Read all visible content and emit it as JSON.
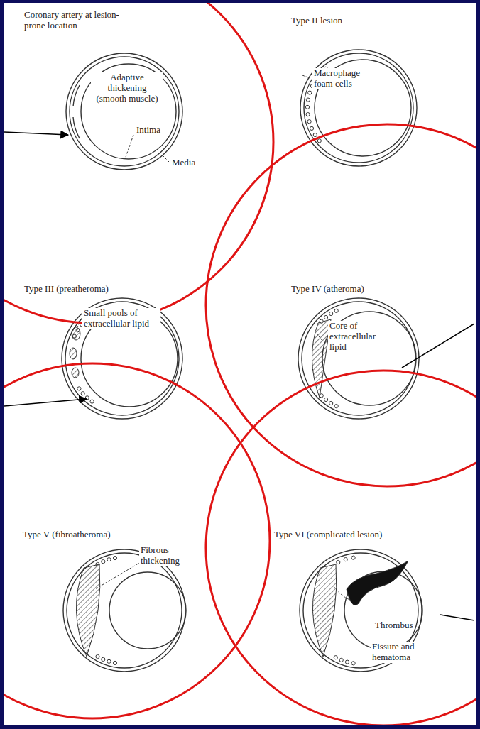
{
  "diagram": {
    "labels": [
      "Coronary artery at lesion-prone location",
      "Type II lesion",
      "Adaptive thickening (smooth muscle)",
      "Intima",
      "Media",
      "Macrophage foam cells",
      "Type III (preatheroma)",
      "Type IV (atheroma)",
      "Small pools of extracellular lipid",
      "Core of extracellular lipid",
      "Type V (fibroatheroma)",
      "Type VI (complicated lesion)",
      "Fibrous thickening",
      "Thrombus",
      "Fissure and hematoma"
    ]
  }
}
